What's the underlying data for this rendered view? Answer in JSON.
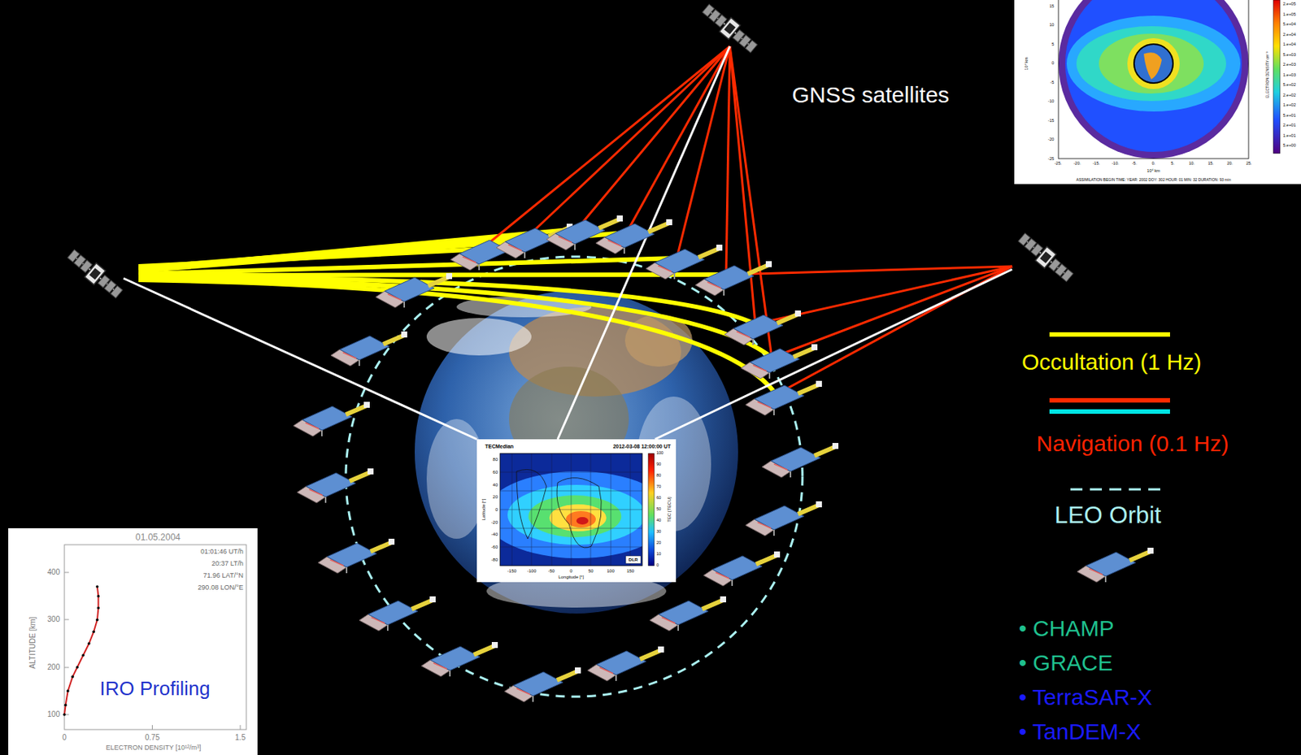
{
  "diagram": {
    "labels": [
      "GNSS satellites",
      "IRO Profiling",
      "• CHAMP",
      "• GRACE",
      "• TerraSAR-X",
      "• TanDEM-X",
      "01.05.2004",
      "01:01:46 UT/h",
      "20:37 LT/h",
      "71.96 LAT/°N",
      "290.08 LON/°E",
      "ALTITUDE [km]",
      "400",
      "300",
      "200",
      "100",
      "0",
      "0.75",
      "1.5",
      "ELECTRON DENSITY [10¹²/m³]",
      "TECMedian",
      "2012-03-08 12:00:00 UT",
      "80",
      "60",
      "40",
      "20",
      "0",
      "-20",
      "-40",
      "-60",
      "-80",
      "Latitude [°]",
      "-150",
      "-100",
      "-50",
      "0",
      "50",
      "100",
      "150",
      "Longitude [°]",
      "100",
      "90",
      "80",
      "70",
      "60",
      "50",
      "40",
      "30",
      "20",
      "10",
      "0",
      "TEC [TECU]",
      "DLR",
      "15",
      "10",
      "5",
      "0",
      "-5",
      "-10",
      "-15",
      "-20",
      "-25",
      "10⁴ km",
      "-25.",
      "-20.",
      "-15.",
      "-10.",
      "-5.",
      "0.",
      "5.",
      "10.",
      "15.",
      "20.",
      "25.",
      "10⁴ km",
      "ASSIMILATION BEGIN TIME: YEAR: 2002 DOY: 302 HOUR: 01 MIN: 32 DURATION: 93 min",
      "2.e+05",
      "1.e+05",
      "5.e+04",
      "2.e+04",
      "1.e+04",
      "5.e+03",
      "2.e+03",
      "1.e+03",
      "5.e+02",
      "2.e+02",
      "1.e+02",
      "5.e+01",
      "2.e+01",
      "1.e+01",
      "5.e+00",
      "ELECTRON DENSITY cm⁻³"
    ],
    "legend": [
      {
        "text": "Occultation (1 Hz)"
      },
      {
        "text": "Navigation (0.1 Hz)"
      },
      {
        "text": "LEO Orbit"
      }
    ]
  }
}
